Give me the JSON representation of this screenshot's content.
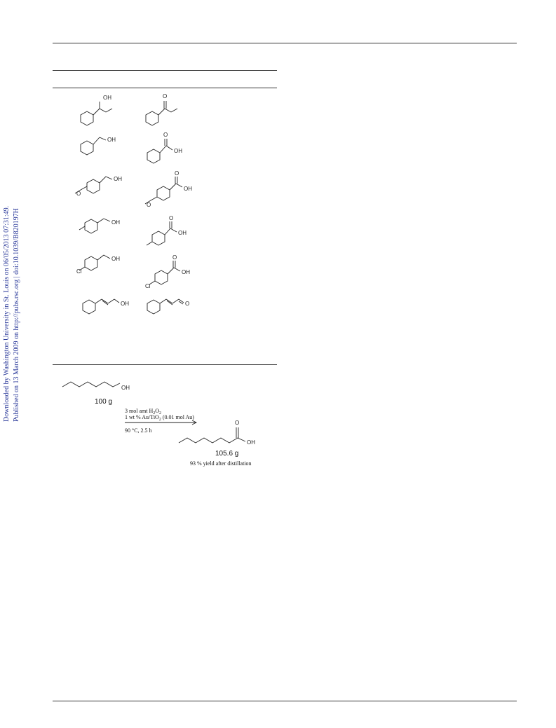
{
  "sidebar": {
    "line1": "Downloaded by Washington University in St. Louis on 06/05/2013 07:31:49.",
    "line2": "Published on 13 March 2009 on http://pubs.rsc.org | doi:10.1039/B820197H"
  },
  "table": {
    "rows": [
      {
        "substrate_label": "OH",
        "product_label": "O"
      },
      {
        "substrate_label": "OH",
        "product_label_top": "O",
        "product_label": "OH"
      },
      {
        "substrate_label": "OH",
        "substrate_prefix": "O",
        "product_label_top": "O",
        "product_label": "OH",
        "product_prefix": "O"
      },
      {
        "substrate_label": "OH",
        "product_label_top": "O",
        "product_label": "OH"
      },
      {
        "substrate_label": "OH",
        "substrate_prefix": "Cl",
        "product_label_top": "O",
        "product_label": "OH",
        "product_prefix": "Cl"
      },
      {
        "substrate_label": "OH",
        "product_label": "O"
      }
    ]
  },
  "scheme": {
    "start_label": "OH",
    "start_mass": "100 g",
    "reagent_line1_prefix": "3 mol amt H",
    "reagent_line1_sub1": "2",
    "reagent_line1_mid": "O",
    "reagent_line1_sub2": "2",
    "reagent_line2_prefix": "1 wt % Au/TiO",
    "reagent_line2_sub": "2",
    "reagent_line2_suffix": " (0.01 mol Au)",
    "reagent_line3": "90 °C, 2.5 h",
    "product_label_top": "O",
    "product_label": "OH",
    "product_mass": "105.6 g",
    "yield": "93 % yield after distillation"
  }
}
